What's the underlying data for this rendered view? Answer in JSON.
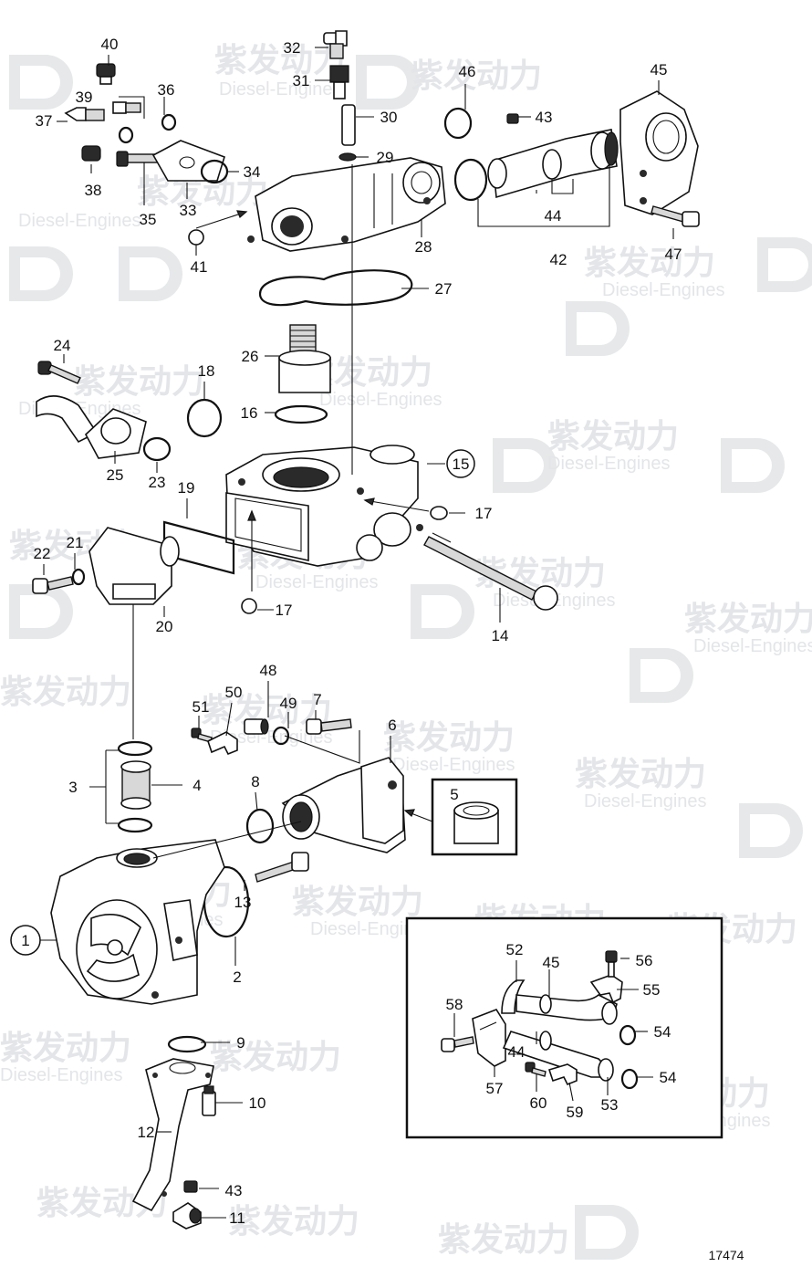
{
  "watermark": {
    "brand_cn": "紫发动力",
    "brand_en": "Diesel-Engines"
  },
  "reference_number": "17474",
  "labels": {
    "p1": "1",
    "p2": "2",
    "p3": "3",
    "p4": "4",
    "p5": "5",
    "p6": "6",
    "p7": "7",
    "p8": "8",
    "p9": "9",
    "p10": "10",
    "p11": "11",
    "p12": "12",
    "p13": "13",
    "p14": "14",
    "p15": "15",
    "p16": "16",
    "p17": "17",
    "p18": "18",
    "p19": "19",
    "p20": "20",
    "p21": "21",
    "p22": "22",
    "p23": "23",
    "p24": "24",
    "p25": "25",
    "p26": "26",
    "p27": "27",
    "p28": "28",
    "p29": "29",
    "p30": "30",
    "p31": "31",
    "p32": "32",
    "p33": "33",
    "p34": "34",
    "p35": "35",
    "p36": "36",
    "p37": "37",
    "p38": "38",
    "p39": "39",
    "p40": "40",
    "p41": "41",
    "p42": "42",
    "p43": "43",
    "p44": "44",
    "p45": "45",
    "p46": "46",
    "p47": "47",
    "p48": "48",
    "p49": "49",
    "p50": "50",
    "p51": "51",
    "p52": "52",
    "p53": "53",
    "p54": "54",
    "p55": "55",
    "p56": "56",
    "p57": "57",
    "p58": "58",
    "p59": "59",
    "p60": "60"
  }
}
